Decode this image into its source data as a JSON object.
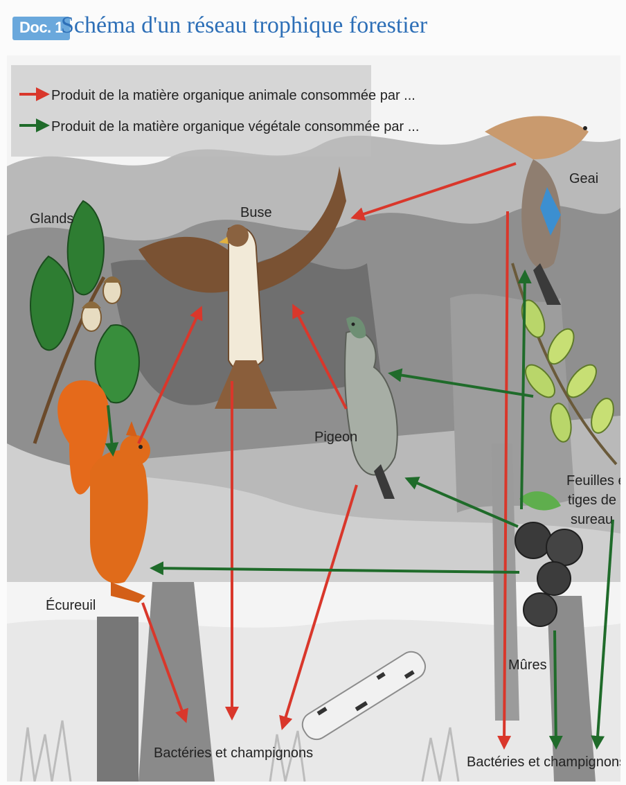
{
  "header": {
    "doc_label": "Doc. 1",
    "title": "Schéma d'un réseau trophique forestier"
  },
  "legend": {
    "animal": {
      "label": "Produit de la matière organique animale consommée par ...",
      "color": "#d9372b"
    },
    "vegetal": {
      "label": "Produit de la matière organique végétale consommée par ...",
      "color": "#1f6b2a"
    }
  },
  "organisms": {
    "glands": "Glands",
    "buse": "Buse",
    "geai": "Geai",
    "pigeon": "Pigeon",
    "feuilles": [
      "Feuilles et",
      "tiges de",
      "sureau"
    ],
    "ecureuil": "Écureuil",
    "mures": "Mûres",
    "bacteries_left": "Bactéries et champignons",
    "bacteries_right": "Bactéries et champignons"
  },
  "colors": {
    "title": "#2d6fb7",
    "badge": "#6aa8dc",
    "red_arrow": "#d9372b",
    "green_arrow": "#1f6b2a"
  }
}
